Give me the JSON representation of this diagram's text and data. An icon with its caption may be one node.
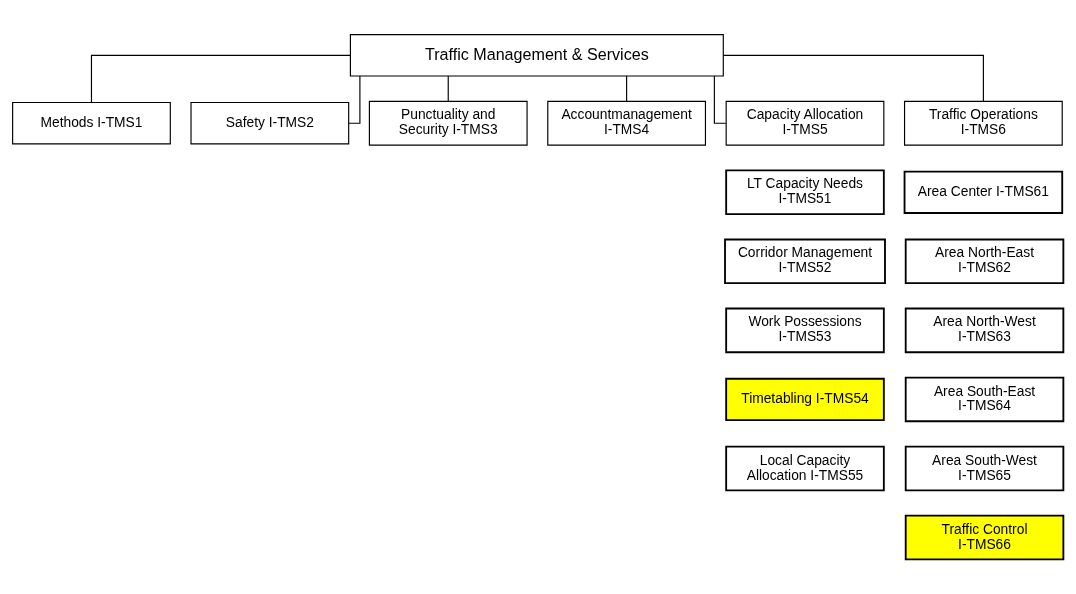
{
  "diagram": {
    "nodes": [
      {
        "text": [
          "Traffic Management & Services"
        ]
      },
      {
        "text": [
          "Methods I-TMS1"
        ]
      },
      {
        "text": [
          "Safety I-TMS2"
        ]
      },
      {
        "text": [
          "Punctuality and Security I-TMS3"
        ]
      },
      {
        "text": [
          "Accountmanagement I-TMS4"
        ]
      },
      {
        "text": [
          "Capacity Allocation I-TMS5"
        ]
      },
      {
        "text": [
          "Traffic Operations I-TMS6"
        ]
      },
      {
        "text": [
          "LT Capacity Needs I-TMS51"
        ]
      },
      {
        "text": [
          "Corridor Management I-TMS52"
        ]
      },
      {
        "text": [
          "Work Possessions I-TMS53"
        ]
      },
      {
        "text": [
          "Timetabling I-TMS54"
        ]
      },
      {
        "text": [
          "Local Capacity Allocation I-TMS55"
        ]
      },
      {
        "text": [
          "Area Center I-TMS61"
        ]
      },
      {
        "text": [
          "Area North-East I-TMS62"
        ]
      },
      {
        "text": [
          "Area North-West I-TMS63"
        ]
      },
      {
        "text": [
          "Area South-East I-TMS64"
        ]
      },
      {
        "text": [
          "Area South-West I-TMS65"
        ]
      },
      {
        "text": [
          "Traffic Control I-TMS66"
        ]
      }
    ],
    "edges": [
      {
        "from": 0,
        "to": 1,
        "arrow": "none"
      },
      {
        "from": 0,
        "to": 2,
        "arrow": "none"
      },
      {
        "from": 0,
        "to": 3,
        "arrow": "none"
      },
      {
        "from": 0,
        "to": 4,
        "arrow": "none"
      },
      {
        "from": 0,
        "to": 5,
        "arrow": "none"
      },
      {
        "from": 0,
        "to": 6,
        "arrow": "none"
      }
    ]
  }
}
